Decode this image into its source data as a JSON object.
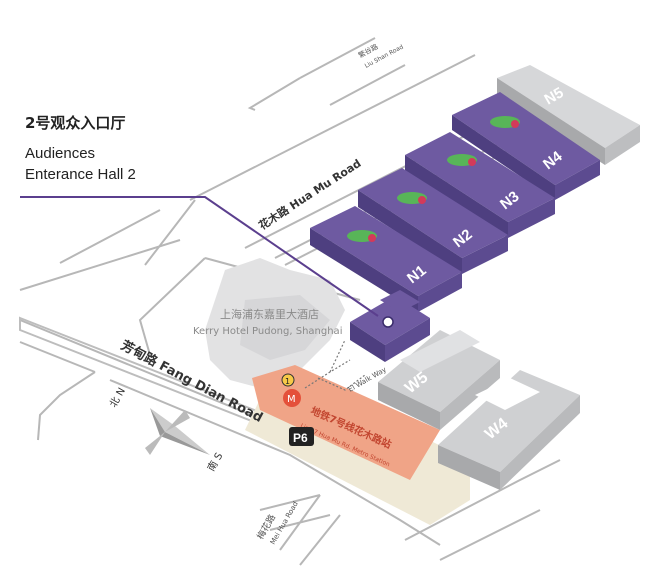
{
  "legend": {
    "title_cn": "2号观众入口厅",
    "line1": "Audiences",
    "line2": "Enterance Hall 2"
  },
  "roads": {
    "hua_mu": "花木路 Hua Mu Road",
    "fang_dian": "芳甸路 Fang Dian Road",
    "liu_shan_cn": "繁谷路",
    "liu_shan_en": "Liu Shan Road",
    "mei_hua_cn": "梅花路",
    "mei_hua_en": "Mei Hua Road",
    "walkway": "El Walk Way"
  },
  "hotel": {
    "name_cn": "上海浦东嘉里大酒店",
    "name_en": "Kerry Hotel Pudong, Shanghai"
  },
  "halls": {
    "n1": "N1",
    "n2": "N2",
    "n3": "N3",
    "n4": "N4",
    "n5": "N5",
    "w4": "W4",
    "w5": "W5"
  },
  "metro": {
    "cn": "地铁7号线花木路站",
    "en": "Line 7 Hua Mu Rd. Metro Station",
    "exit": "1"
  },
  "parking": "P6",
  "compass": {
    "north": "北 N",
    "south": "南 S"
  },
  "colors": {
    "hall_purple": "#6e5aa1",
    "hall_purple_dark": "#4e3f80",
    "grey_hall": "#cfd0d2",
    "grey_hall_side": "#a8a9ab",
    "metro_orange": "#f0a487",
    "metro_red": "#e4503a",
    "parking_beige": "#efe9d6",
    "road_line": "#b7b7b7",
    "pointer_line": "#5b3f8e"
  }
}
